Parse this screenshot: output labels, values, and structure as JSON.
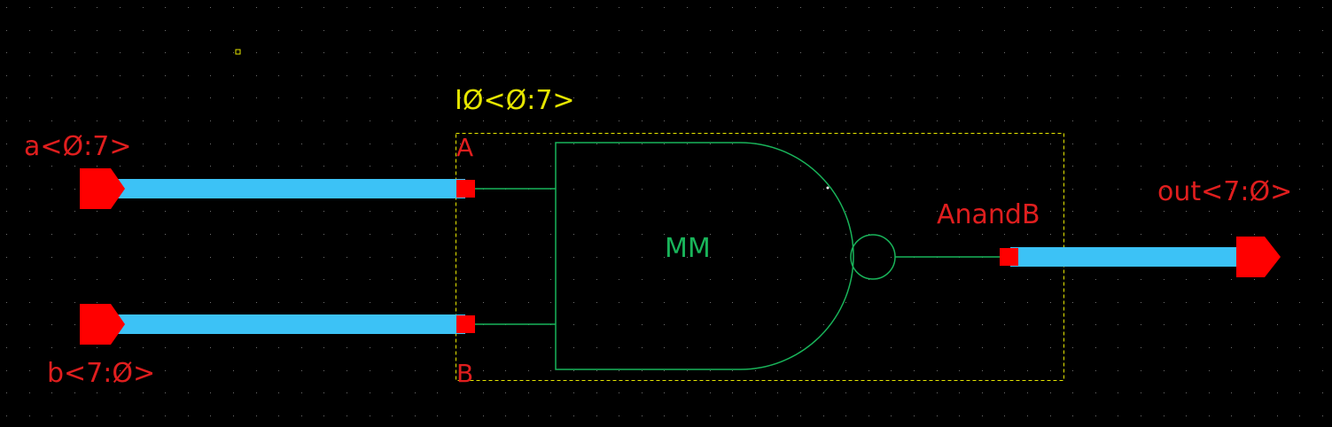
{
  "instance": {
    "name": "IØ<Ø:7>",
    "cell_label": "MM"
  },
  "pins": {
    "input_a": {
      "net_label": "a<Ø:7>",
      "terminal_label": "A"
    },
    "input_b": {
      "net_label": "b<7:Ø>",
      "terminal_label": "B"
    },
    "output": {
      "net_label": "out<7:Ø>",
      "terminal_label": "AnandB"
    }
  },
  "colors": {
    "background": "#000000",
    "grid_dot": "#6e6e6e",
    "wire": "#3cc2f6",
    "pin": "#ff0000",
    "net_label": "#e01e1e",
    "instance_label": "#e6e600",
    "symbol": "#19b45a",
    "bounding_box": "#e6e600"
  }
}
